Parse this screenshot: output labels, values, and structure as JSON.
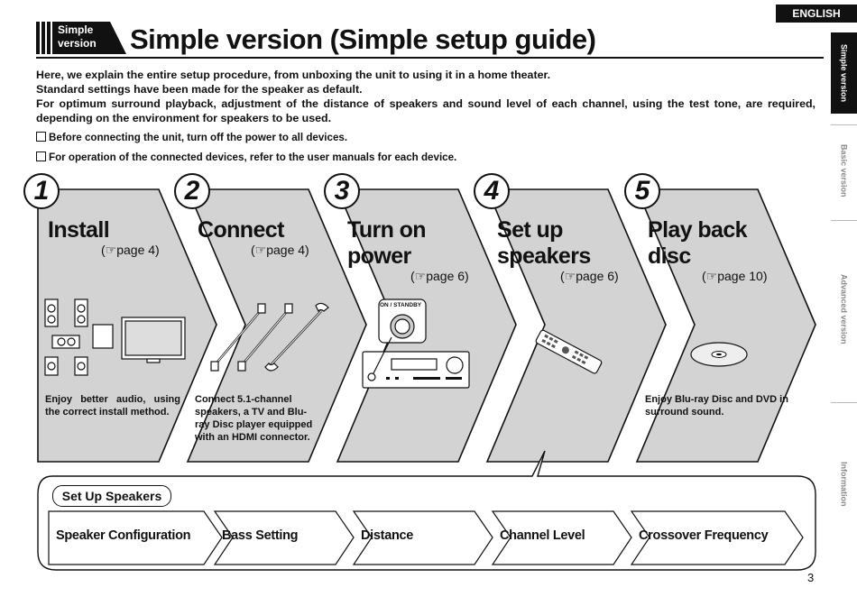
{
  "header": {
    "badge_line1": "Simple",
    "badge_line2": "version",
    "title": "Simple version (Simple setup guide)",
    "language": "ENGLISH"
  },
  "intro": {
    "line1": "Here, we explain the entire setup procedure, from unboxing the unit to using it in a home theater.",
    "line2": "Standard settings have been made for the speaker as default.",
    "line3": "For optimum surround playback, adjustment of the distance of speakers and sound level of each channel, using the test tone, are required, depending on the environment for speakers to be used.",
    "note1": "Before connecting the unit, turn off the power to all devices.",
    "note2": "For operation of the connected devices, refer to the user manuals for each device."
  },
  "steps": [
    {
      "num": "1",
      "name_line1": "Install",
      "name_line2": "",
      "ref": "page 4",
      "desc": "Enjoy better audio, using the correct install method."
    },
    {
      "num": "2",
      "name_line1": "Connect",
      "name_line2": "",
      "ref": "page 4",
      "desc": "Connect 5.1-channel speakers, a TV and Blu-ray Disc player equipped with an HDMI connector."
    },
    {
      "num": "3",
      "name_line1": "Turn on",
      "name_line2": "power",
      "ref": "page 6",
      "desc": "",
      "button_label": "ON / STANDBY"
    },
    {
      "num": "4",
      "name_line1": "Set up",
      "name_line2": "speakers",
      "ref": "page 6",
      "desc": ""
    },
    {
      "num": "5",
      "name_line1": "Play back",
      "name_line2": "disc",
      "ref": "page 10",
      "desc": "Enjoy Blu-ray Disc and DVD in surround sound."
    }
  ],
  "setup": {
    "label": "Set Up Speakers",
    "items": [
      "Speaker Configuration",
      "Bass Setting",
      "Distance",
      "Channel Level",
      "Crossover Frequency"
    ]
  },
  "side_tabs": [
    "Simple version",
    "Basic version",
    "Advanced version",
    "Information"
  ],
  "page_number": "3",
  "icons": {
    "reference": "hand-pointer-icon",
    "checkbox": "checkbox-icon"
  }
}
